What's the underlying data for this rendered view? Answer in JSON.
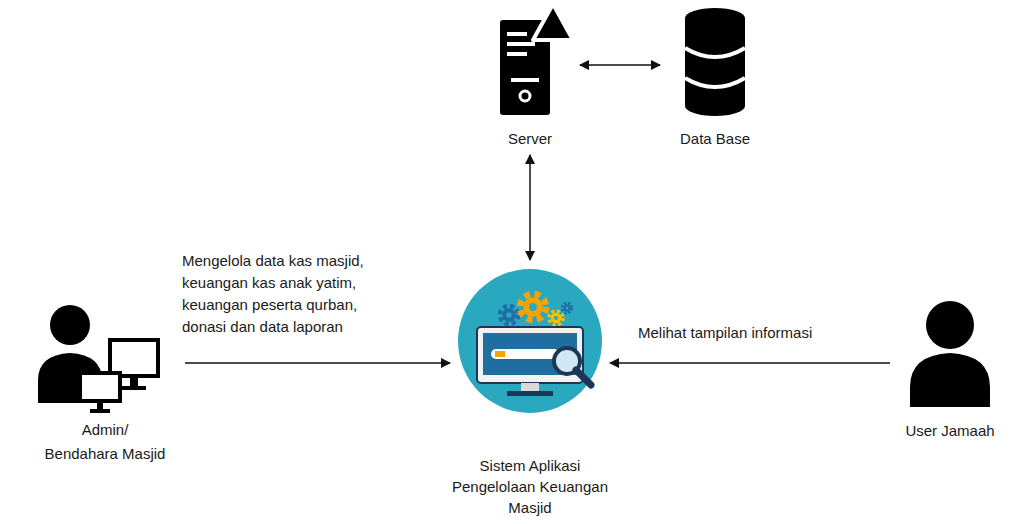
{
  "diagram": {
    "nodes": [
      {
        "text": [
          "Server"
        ]
      },
      {
        "text": [
          "Data Base"
        ]
      },
      {
        "text": [
          "Admin/ Bendahara Masjid"
        ]
      },
      {
        "text": [
          "Sistem Aplikasi Pengelolaan Keuangan Masjid"
        ]
      },
      {
        "text": [
          "User Jamaah"
        ]
      }
    ],
    "edges": [
      {
        "from": 0,
        "to": 1,
        "arrow": "both"
      },
      {
        "from": 0,
        "to": 3,
        "arrow": "both"
      },
      {
        "from": 2,
        "to": 3,
        "arrow": "to",
        "label": "Mengelola data kas masjid, keuangan kas anak yatim, keuangan peserta qurban, donasi dan data laporan"
      },
      {
        "from": 4,
        "to": 3,
        "arrow": "to",
        "label": "Melihat tampilan informasi"
      }
    ]
  }
}
